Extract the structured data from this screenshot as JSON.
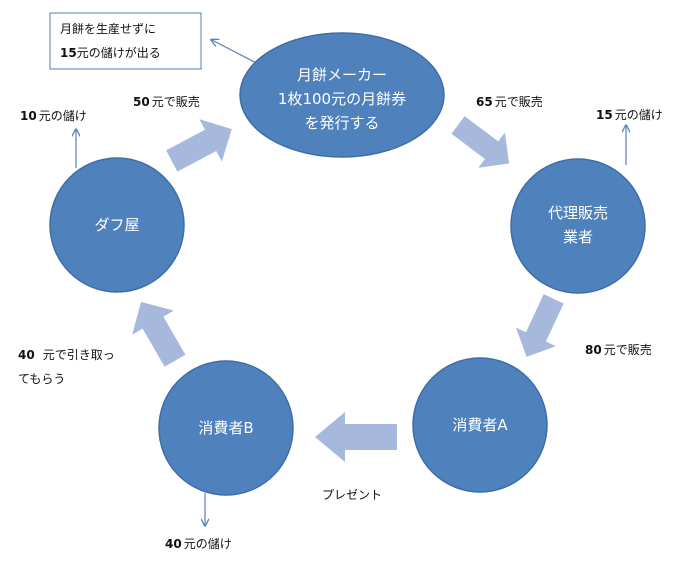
{
  "nodes": {
    "maker": {
      "lines": [
        "月餅メーカー",
        "1枚100元の月餅券",
        "を発行する"
      ]
    },
    "agent": {
      "lines": [
        "代理販売",
        "業者"
      ]
    },
    "consumer_a": {
      "lines": [
        "消費者A"
      ]
    },
    "consumer_b": {
      "lines": [
        "消費者B"
      ]
    },
    "scalper": {
      "lines": [
        "ダフ屋"
      ]
    }
  },
  "note_box": {
    "line1": "月餅を生産せずに",
    "line2_num": "15",
    "line2_text": "元の儲けが出る"
  },
  "labels": {
    "maker_to_agent": {
      "num": "65",
      "text": "元で販売"
    },
    "agent_profit": {
      "num": "15",
      "text": "元の儲け"
    },
    "agent_to_consumer_a": {
      "num": "80",
      "text": "元で販売"
    },
    "a_to_b": {
      "text": "プレゼント"
    },
    "consumer_b_profit": {
      "num": "40",
      "text": "元の儲け"
    },
    "b_to_scalper": {
      "num": "40",
      "text": "元で引き取っ",
      "line2": "てもらう"
    },
    "scalper_profit": {
      "num": "10",
      "text": "元の儲け"
    },
    "scalper_to_maker": {
      "num": "50",
      "text": "元で販売"
    }
  },
  "colors": {
    "node_fill": "#4f81bd",
    "node_stroke": "#3d6ea8",
    "arrow_fill": "#a6b9dd",
    "thin_arrow": "#4f81bd",
    "box_border": "#4f81bd"
  }
}
